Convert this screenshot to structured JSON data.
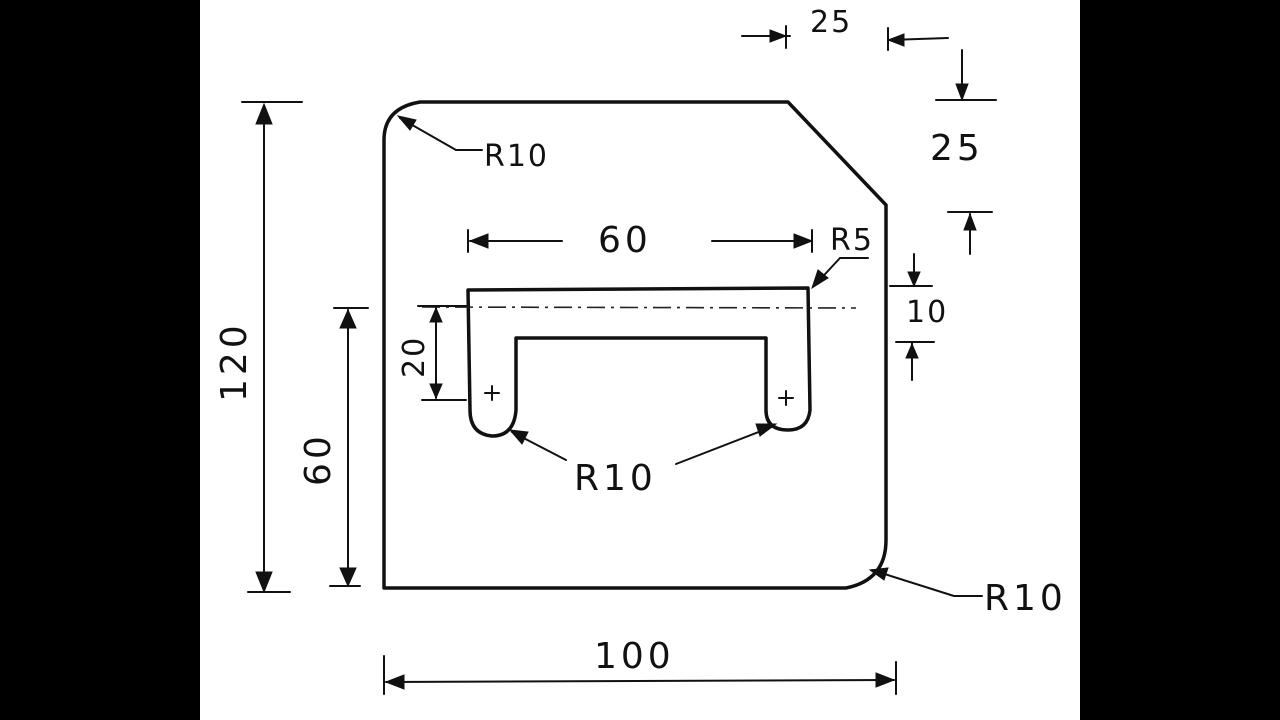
{
  "dimensions": {
    "overall_height": "120",
    "overall_width": "100",
    "slot_bottom_height": "60",
    "slot_width": "60",
    "slot_depth": "20",
    "slot_offset": "10",
    "chamfer_x": "25",
    "chamfer_y": "25"
  },
  "radii": {
    "top_left": "R10",
    "bottom_right": "R10",
    "slot_bottom": "R10",
    "slot_top": "R5"
  },
  "colors": {
    "ink": "#111111",
    "paper": "#ffffff",
    "border": "#000000"
  }
}
